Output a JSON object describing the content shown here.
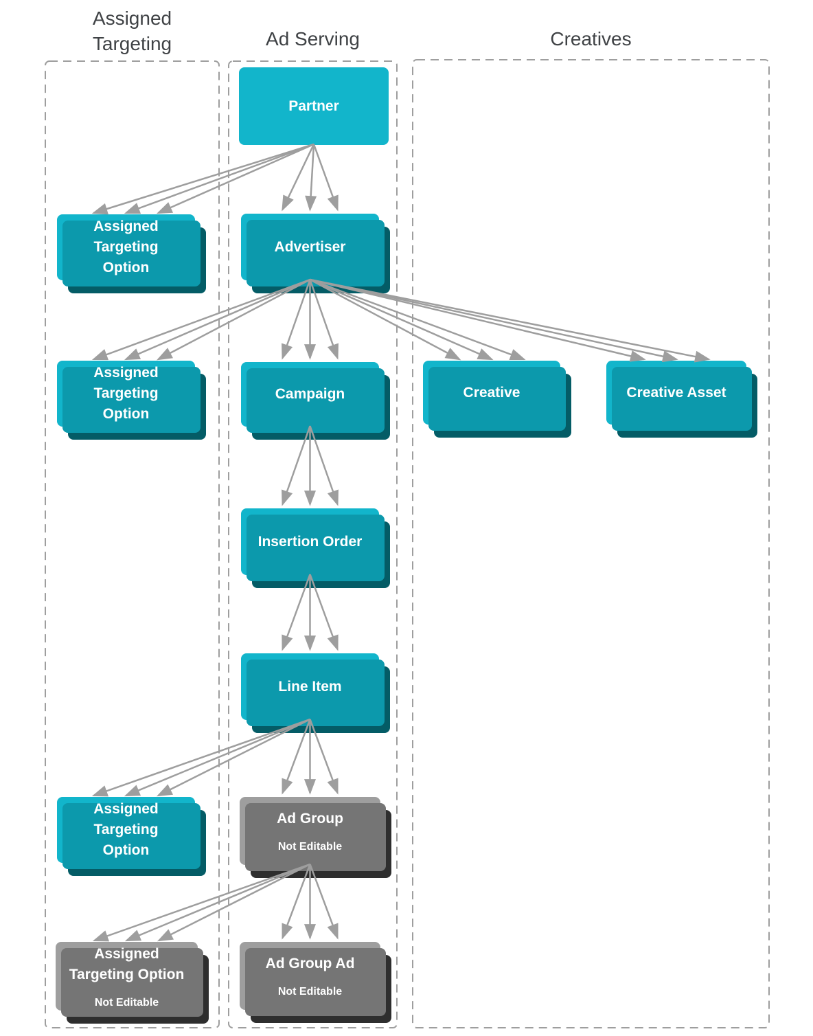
{
  "headers": {
    "assigned_targeting": "Assigned\nTargeting",
    "ad_serving": "Ad Serving",
    "creatives": "Creatives"
  },
  "nodes": {
    "partner": {
      "label": "Partner",
      "variant": "teal",
      "stacked": false
    },
    "advertiser": {
      "label": "Advertiser",
      "variant": "teal",
      "stacked": true
    },
    "ato_partner": {
      "label": "Assigned\nTargeting\nOption",
      "variant": "teal",
      "stacked": true
    },
    "ato_advertiser": {
      "label": "Assigned\nTargeting\nOption",
      "variant": "teal",
      "stacked": true
    },
    "campaign": {
      "label": "Campaign",
      "variant": "teal",
      "stacked": true
    },
    "creative": {
      "label": "Creative",
      "variant": "teal",
      "stacked": true
    },
    "creative_asset": {
      "label": "Creative Asset",
      "variant": "teal",
      "stacked": true
    },
    "insertion_order": {
      "label": "Insertion Order",
      "variant": "teal",
      "stacked": true
    },
    "line_item": {
      "label": "Line Item",
      "variant": "teal",
      "stacked": true
    },
    "ato_line_item": {
      "label": "Assigned\nTargeting\nOption",
      "variant": "teal",
      "stacked": true
    },
    "ad_group": {
      "label": "Ad Group",
      "sublabel": "Not Editable",
      "variant": "gray",
      "stacked": true
    },
    "ato_ad_group": {
      "label": "Assigned\nTargeting Option",
      "sublabel": "Not Editable",
      "variant": "gray",
      "stacked": true
    },
    "ad_group_ad": {
      "label": "Ad Group Ad",
      "sublabel": "Not Editable",
      "variant": "gray",
      "stacked": true
    }
  },
  "edges": [
    {
      "from": "partner",
      "to": "ato_partner"
    },
    {
      "from": "partner",
      "to": "advertiser"
    },
    {
      "from": "advertiser",
      "to": "ato_advertiser"
    },
    {
      "from": "advertiser",
      "to": "campaign"
    },
    {
      "from": "advertiser",
      "to": "creative"
    },
    {
      "from": "advertiser",
      "to": "creative_asset"
    },
    {
      "from": "campaign",
      "to": "insertion_order"
    },
    {
      "from": "insertion_order",
      "to": "line_item"
    },
    {
      "from": "line_item",
      "to": "ato_line_item"
    },
    {
      "from": "line_item",
      "to": "ad_group"
    },
    {
      "from": "ad_group",
      "to": "ato_ad_group"
    },
    {
      "from": "ad_group",
      "to": "ad_group_ad"
    }
  ],
  "colors": {
    "teal": "#12B5CB",
    "teal_shadow1": "#0C99AC",
    "teal_shadow2": "#045C66",
    "gray": "#9E9E9E",
    "gray_shadow1": "#757575",
    "gray_shadow2": "#2E2E2E",
    "arrow": "#9E9E9E",
    "container_border": "#9E9E9E",
    "header_text": "#3F4245"
  }
}
